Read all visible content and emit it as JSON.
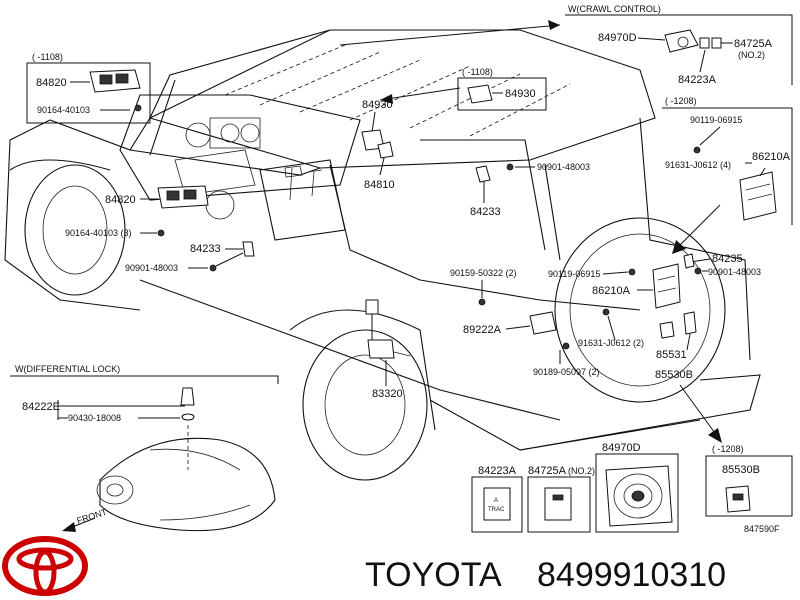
{
  "brand": {
    "name": "TOYOTA",
    "part_number": "8499910310",
    "logo_color": "#cc0000"
  },
  "sections": {
    "crawl_control": "W(CRAWL CONTROL)",
    "differential_lock": "W(DIFFERENTIAL LOCK)",
    "date_1108_a": "(    -1108)",
    "date_1108_b": "(    -1108)",
    "date_1208_a": "(    -1208)",
    "date_1208_b": "(    -1208)"
  },
  "labels": {
    "p84970D_top": "84970D",
    "p84725A_top": "84725A",
    "no2_top": "(NO.2)",
    "p84223A_top": "84223A",
    "p84820_inset": "84820",
    "p90164_inset": "90164-40103",
    "p84930_inset": "84930",
    "p84930": "84930",
    "p84810": "84810",
    "p90901_a": "90901-48003",
    "p84233_right": "84233",
    "p90119_top": "90119-06915",
    "p91631_top": "91631-J0612 (4)",
    "p86210A_right": "86210A",
    "p84820": "84820",
    "p90164": "90164-40103 (3)",
    "p84233_left": "84233",
    "p90901_b": "90901-48003",
    "p90159": "90159-50322 (2)",
    "p90119_mid": "90119-06915",
    "p84235": "84235",
    "p90901_c": "90901-48003",
    "p86210A_mid": "86210A",
    "p89222A": "89222A",
    "p91631_mid": "91631-J0612 (2)",
    "p85531": "85531",
    "p90189": "90189-05097 (2)",
    "p85530B_mid": "85530B",
    "p83320": "83320",
    "p84222E": "84222E",
    "p90430": "90430-18008",
    "front": "FRONT",
    "p84223A_bottom": "84223A",
    "p84725A_bottom": "84725A",
    "no2_bottom": "(NO.2)",
    "p84970D_bottom": "84970D",
    "p85530B_bottom": "85530B",
    "switch_text_1": "A",
    "switch_text_2": "TRAC",
    "figure_code": "847590F"
  }
}
